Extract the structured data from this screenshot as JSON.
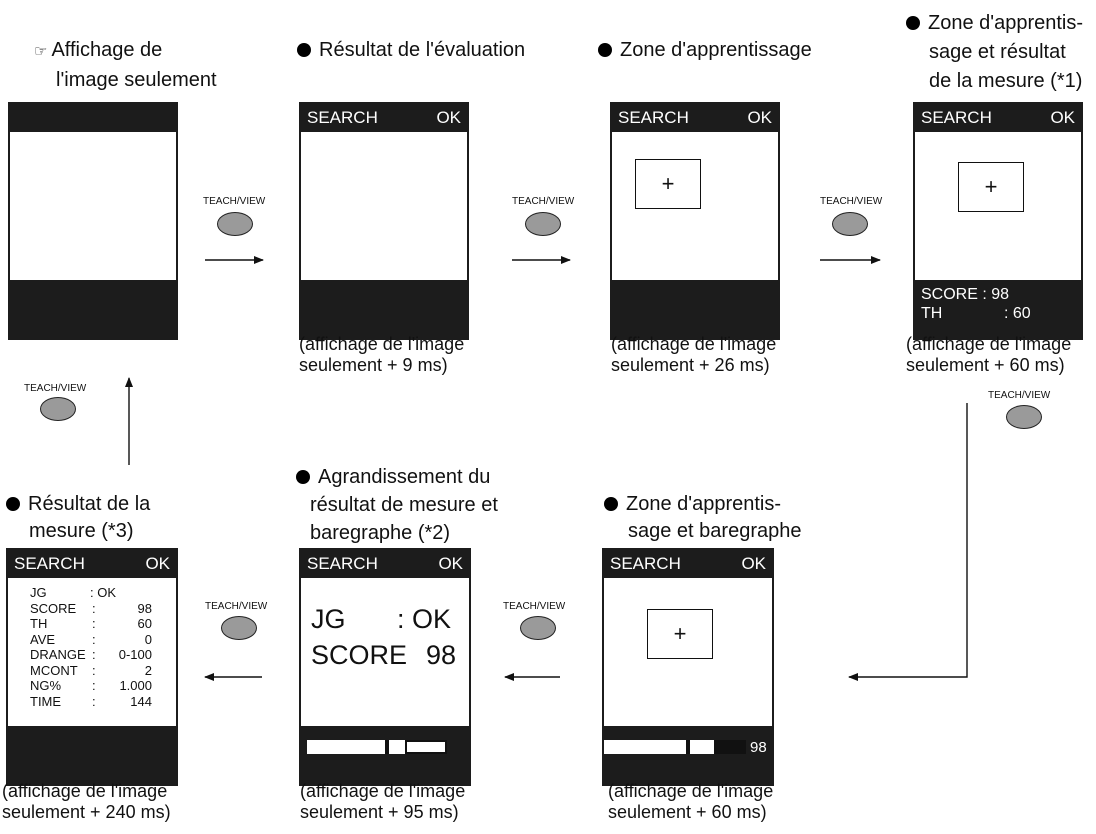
{
  "steps": {
    "s1": {
      "title_line1": "Affichage de",
      "title_line2": "l'image seulement",
      "title_icon": "pointing-hand-icon"
    },
    "s2": {
      "title": "Résultat de l'évaluation",
      "header_left": "SEARCH",
      "header_right": "OK",
      "caption_line1": "(affichage de l'image",
      "caption_line2": "seulement + 9 ms)"
    },
    "s3": {
      "title": "Zone d'apprentissage",
      "header_left": "SEARCH",
      "header_right": "OK",
      "crosshair": "+",
      "caption_line1": "(affichage de l'image",
      "caption_line2": "seulement + 26 ms)"
    },
    "s4": {
      "title_line1": "Zone d'apprentis-",
      "title_line2": "sage et résultat",
      "title_line3": "de la mesure (*1)",
      "header_left": "SEARCH",
      "header_right": "OK",
      "crosshair": "+",
      "score_label": "SCORE : 98",
      "th_label": "TH",
      "th_value": ": 60",
      "caption_line1": "(affichage de l'image",
      "caption_line2": "seulement + 60 ms)"
    },
    "s5": {
      "title_line1": "Zone d'apprentis-",
      "title_line2": "sage et baregraphe",
      "header_left": "SEARCH",
      "header_right": "OK",
      "crosshair": "+",
      "bar_value": "98",
      "caption_line1": "(affichage de l'image",
      "caption_line2": "seulement + 60 ms)"
    },
    "s6": {
      "title_line1": "Agrandissement du",
      "title_line2": "résultat de mesure et",
      "title_line3": "baregraphe (*2)",
      "header_left": "SEARCH",
      "header_right": "OK",
      "jg_label": "JG",
      "jg_value": ": OK",
      "score_label": "SCORE",
      "score_value": "98",
      "caption_line1": "(affichage de l'image",
      "caption_line2": "seulement + 95 ms)"
    },
    "s7": {
      "title_line1": "Résultat de la",
      "title_line2": "mesure (*3)",
      "header_left": "SEARCH",
      "header_right": "OK",
      "rows": [
        {
          "label": "JG",
          "sep": ": OK",
          "value": ""
        },
        {
          "label": "SCORE",
          "sep": ":",
          "value": "98"
        },
        {
          "label": "TH",
          "sep": ":",
          "value": "60"
        },
        {
          "label": "AVE",
          "sep": ":",
          "value": "0"
        },
        {
          "label": "DRANGE",
          "sep": ":",
          "value": "0-100"
        },
        {
          "label": "MCONT",
          "sep": ":",
          "value": "2"
        },
        {
          "label": "NG%",
          "sep": ":",
          "value": "1.000"
        },
        {
          "label": "TIME",
          "sep": ":",
          "value": "144"
        }
      ],
      "caption_line1": "(affichage de l'image",
      "caption_line2": "seulement + 240 ms)"
    }
  },
  "button": {
    "label": "TEACH/VIEW"
  },
  "colors": {
    "screen_bg": "#1c1c1c",
    "button_fill": "#9a9a9a",
    "text": "#111111"
  }
}
